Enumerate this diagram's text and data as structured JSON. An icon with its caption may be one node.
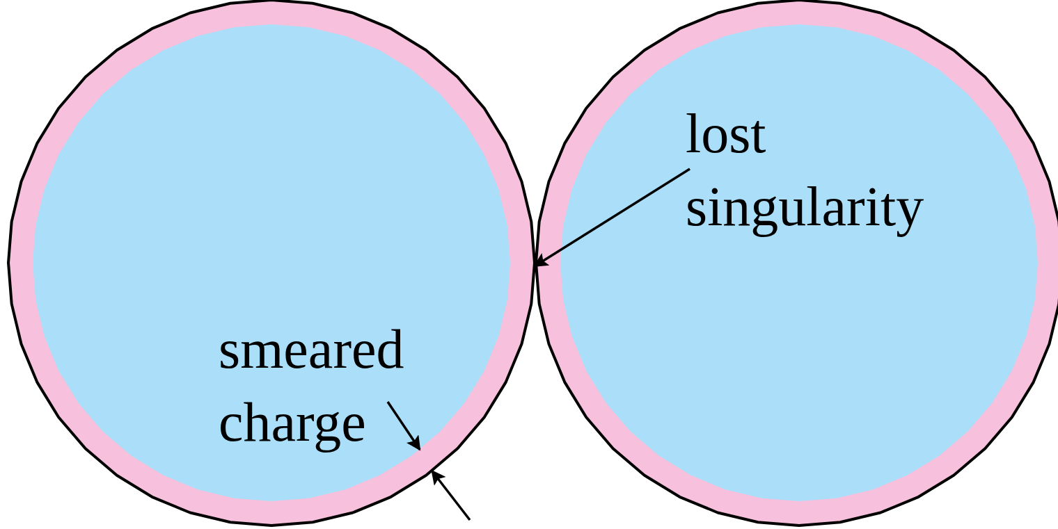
{
  "diagram": {
    "nodes": [
      {
        "text": [],
        "shape": "circle"
      },
      {
        "text": [],
        "shape": "circle"
      },
      {
        "text": [
          "lost singularity"
        ],
        "in": 1
      },
      {
        "text": [
          "smeared charge"
        ],
        "in": 0
      }
    ],
    "edges": [
      {
        "from": 2,
        "to": 0,
        "arrow": "to"
      },
      {
        "from": 3,
        "to": 0,
        "arrow": "to"
      },
      {
        "from": null,
        "to": 0,
        "arrow": "to"
      }
    ]
  }
}
